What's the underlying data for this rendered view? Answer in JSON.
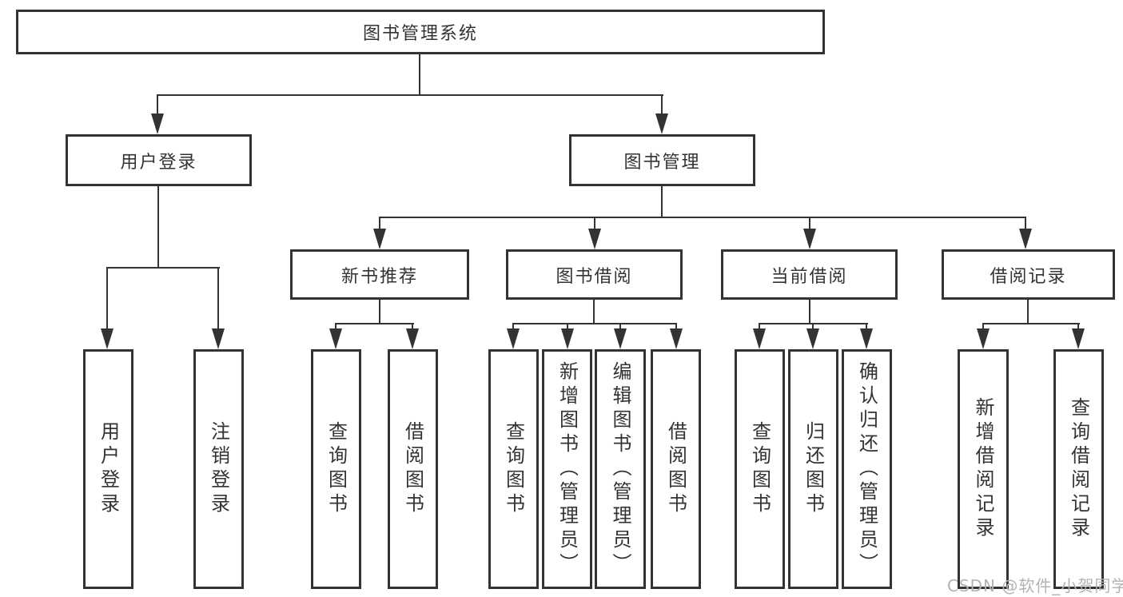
{
  "nodes": {
    "root": {
      "label": "图书管理系统"
    },
    "branches": [
      {
        "label": "用户登录",
        "children": [
          {
            "label": "用户登录"
          },
          {
            "label": "注销登录"
          }
        ]
      },
      {
        "label": "图书管理",
        "children": [
          {
            "label": "新书推荐",
            "children": [
              {
                "label": "查询图书"
              },
              {
                "label": "借阅图书"
              }
            ]
          },
          {
            "label": "图书借阅",
            "children": [
              {
                "label": "查询图书"
              },
              {
                "label": "新增图书（管理员）"
              },
              {
                "label": "编辑图书（管理员）"
              },
              {
                "label": "借阅图书"
              }
            ]
          },
          {
            "label": "当前借阅",
            "children": [
              {
                "label": "查询图书"
              },
              {
                "label": "归还图书"
              },
              {
                "label": "确认归还（管理员）"
              }
            ]
          },
          {
            "label": "借阅记录",
            "children": [
              {
                "label": "新增借阅记录"
              },
              {
                "label": "查询借阅记录"
              }
            ]
          }
        ]
      }
    ]
  },
  "watermark": {
    "text": "CSDN @软件_小贺同学"
  },
  "colors": {
    "line": "#333333",
    "border": "#333333",
    "text": "#333333",
    "background": "#ffffff",
    "watermark": "#b3b3b3"
  }
}
